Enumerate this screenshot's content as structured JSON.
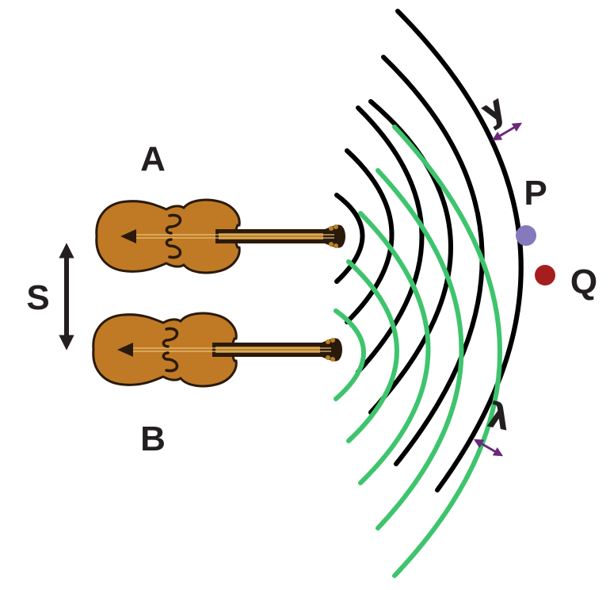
{
  "labels": {
    "source_a": "A",
    "source_b": "B",
    "separation": "S",
    "point_p": "P",
    "point_q": "Q",
    "wavelength_top": "λ",
    "wavelength_bottom": "λ"
  },
  "colors": {
    "wavefront_a": "#000000",
    "wavefront_b": "#3ec46d",
    "point_p": "#8679bd",
    "point_q": "#a61d1d",
    "wavelength_arrow": "#6b2a7a",
    "violin_body": "#c07a25",
    "text": "#231f20"
  },
  "icons": {
    "source_a": "violin-icon",
    "source_b": "violin-icon",
    "separation_arrow": "double-arrow-vertical-icon"
  }
}
